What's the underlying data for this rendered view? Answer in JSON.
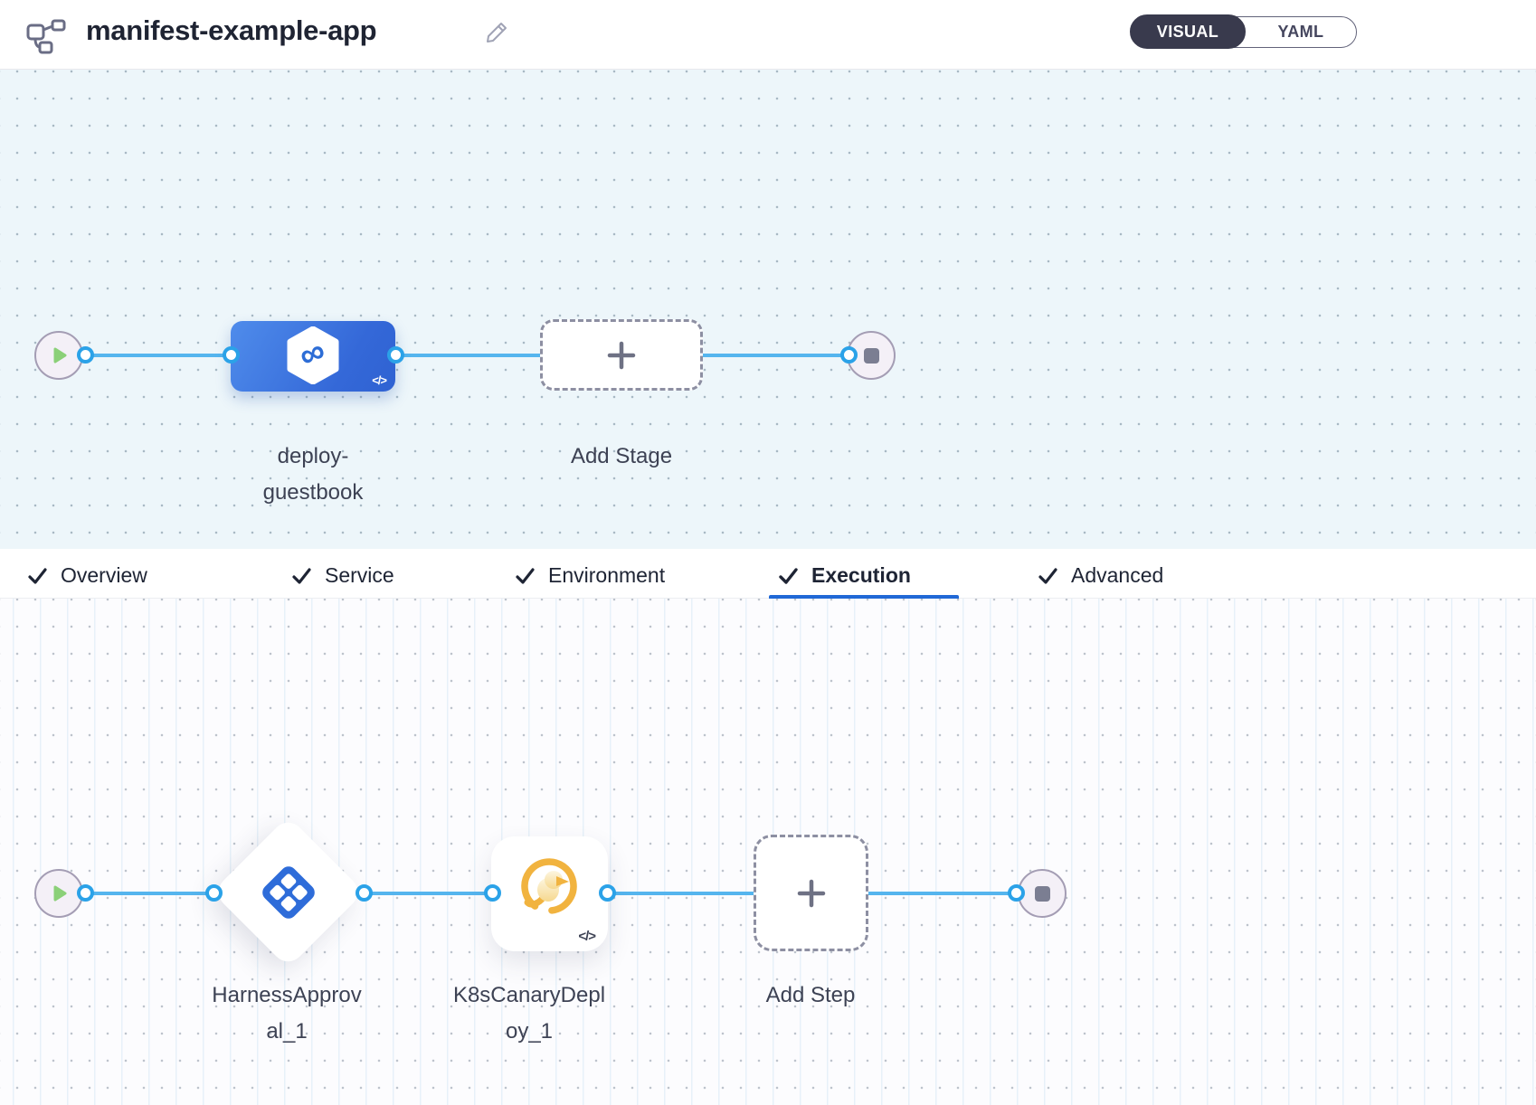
{
  "header": {
    "title": "manifest-example-app",
    "toggle": {
      "visual_label": "VISUAL",
      "yaml_label": "YAML",
      "active": "VISUAL"
    }
  },
  "stage_pipeline": {
    "stage_name": "deploy-guestbook",
    "add_stage_label": "Add Stage",
    "code_badge": "</>"
  },
  "tabs": {
    "active": "Execution",
    "items": [
      {
        "label": "Overview",
        "checked": true
      },
      {
        "label": "Service",
        "checked": true
      },
      {
        "label": "Environment",
        "checked": true
      },
      {
        "label": "Execution",
        "checked": true
      },
      {
        "label": "Advanced",
        "checked": true
      }
    ]
  },
  "execution_pipeline": {
    "steps": [
      {
        "name": "HarnessApproval_1"
      },
      {
        "name": "K8sCanaryDeploy_1",
        "code_badge": "</>"
      }
    ],
    "add_step_label": "Add Step"
  },
  "icons": {
    "infinity_glyph": "∞"
  },
  "colors": {
    "connector_blue": "#55b5ee",
    "stage_node_blue": "#3a76dc",
    "approval_icon_blue": "#2e6cd9",
    "canary_yellow": "#f1b33f",
    "active_tab_underline": "#2068d6",
    "toggle_active_bg": "#393a4d",
    "play_green": "#8bd078"
  }
}
